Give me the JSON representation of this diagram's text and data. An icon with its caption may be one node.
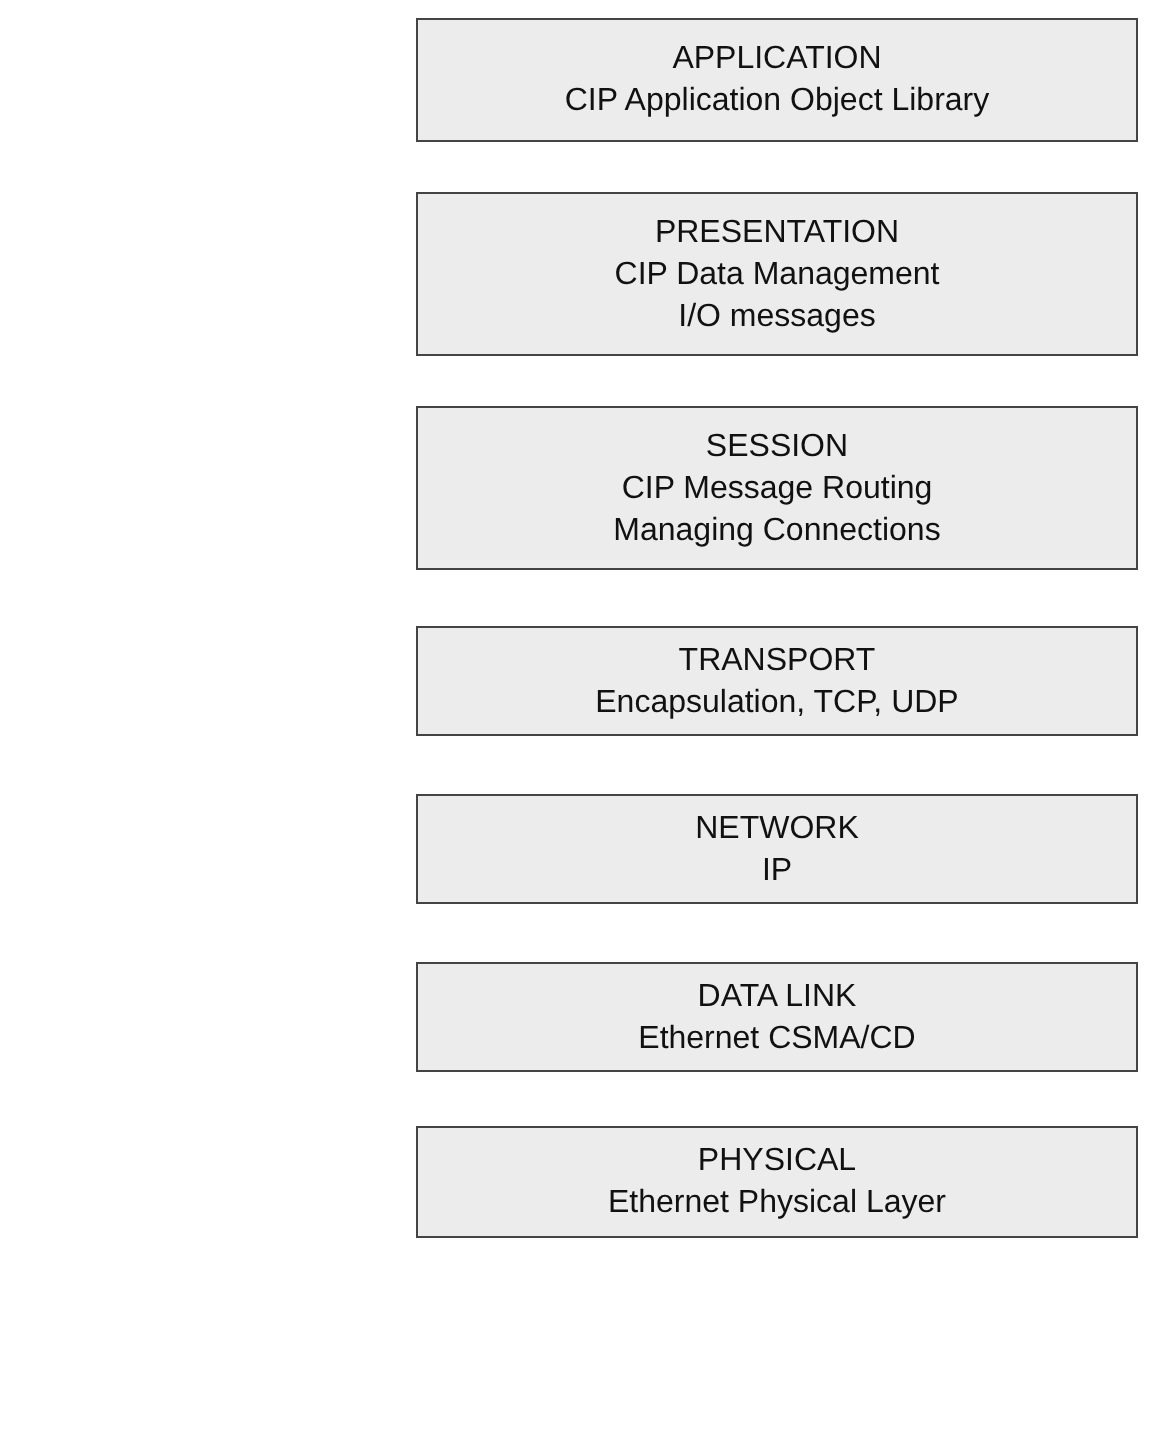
{
  "diagram": {
    "nodes": [
      {
        "text": [
          "APPLICATION",
          "CIP Application Object Library"
        ]
      },
      {
        "text": [
          "PRESENTATION",
          "CIP Data Management",
          "I/O messages"
        ]
      },
      {
        "text": [
          "SESSION",
          "CIP Message Routing",
          "Managing Connections"
        ]
      },
      {
        "text": [
          "TRANSPORT",
          "Encapsulation, TCP, UDP"
        ]
      },
      {
        "text": [
          "NETWORK",
          "IP"
        ]
      },
      {
        "text": [
          "DATA LINK",
          "Ethernet CSMA/CD"
        ]
      },
      {
        "text": [
          "PHYSICAL",
          "Ethernet Physical Layer"
        ]
      }
    ],
    "edges": []
  }
}
